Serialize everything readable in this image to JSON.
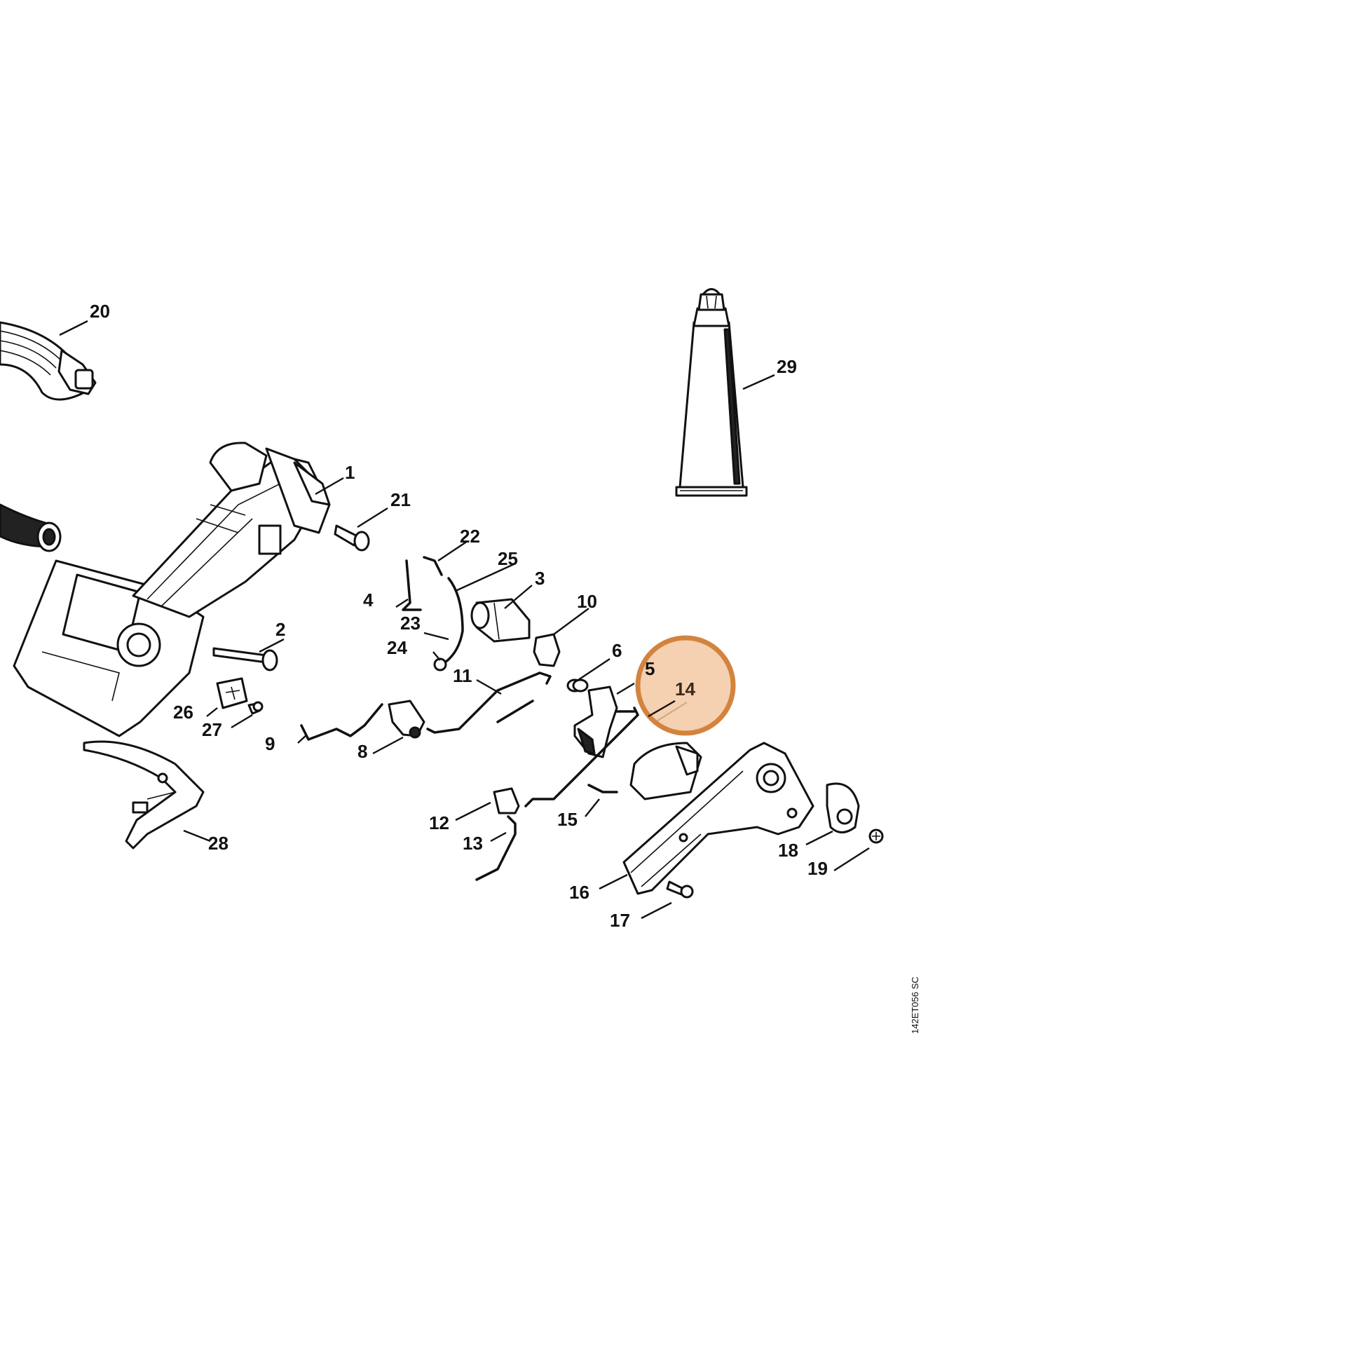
{
  "diagram": {
    "drawing_code": "142ET056 SC",
    "highlight": {
      "label": "14",
      "fill": "#f3c8a3",
      "stroke": "#d2843e"
    },
    "callouts": [
      {
        "id": "1",
        "label": "1"
      },
      {
        "id": "2",
        "label": "2"
      },
      {
        "id": "3",
        "label": "3"
      },
      {
        "id": "4",
        "label": "4"
      },
      {
        "id": "5",
        "label": "5"
      },
      {
        "id": "6",
        "label": "6"
      },
      {
        "id": "8",
        "label": "8"
      },
      {
        "id": "9",
        "label": "9"
      },
      {
        "id": "10",
        "label": "10"
      },
      {
        "id": "11",
        "label": "11"
      },
      {
        "id": "12",
        "label": "12"
      },
      {
        "id": "13",
        "label": "13"
      },
      {
        "id": "15",
        "label": "15"
      },
      {
        "id": "16",
        "label": "16"
      },
      {
        "id": "17",
        "label": "17"
      },
      {
        "id": "18",
        "label": "18"
      },
      {
        "id": "19",
        "label": "19"
      },
      {
        "id": "20",
        "label": "20"
      },
      {
        "id": "21",
        "label": "21"
      },
      {
        "id": "22",
        "label": "22"
      },
      {
        "id": "23",
        "label": "23"
      },
      {
        "id": "24",
        "label": "24"
      },
      {
        "id": "25",
        "label": "25"
      },
      {
        "id": "26",
        "label": "26"
      },
      {
        "id": "27",
        "label": "27"
      },
      {
        "id": "28",
        "label": "28"
      },
      {
        "id": "29",
        "label": "29"
      }
    ]
  }
}
